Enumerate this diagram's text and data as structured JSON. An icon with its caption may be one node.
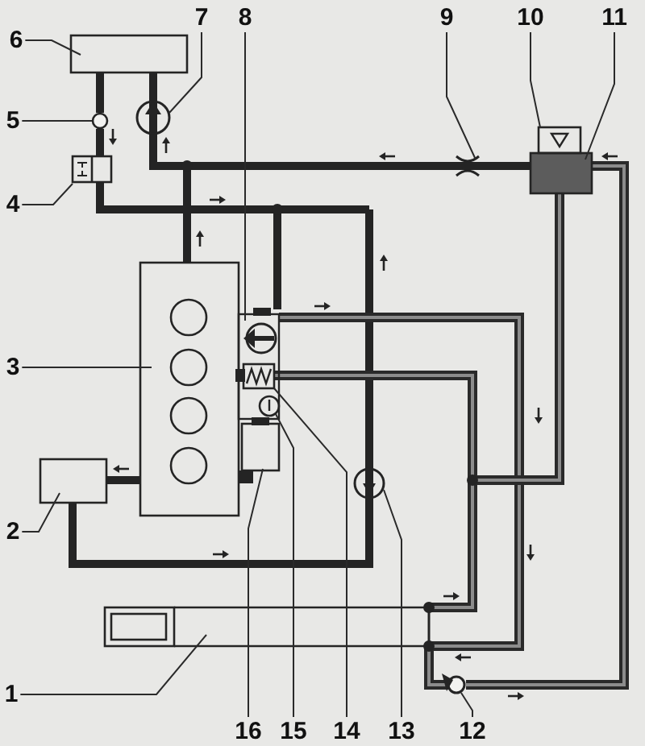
{
  "diagram": {
    "nodes": [
      {
        "text": [
          "6"
        ]
      },
      {
        "text": [
          "7"
        ]
      },
      {
        "text": [
          "8"
        ]
      },
      {
        "text": [
          "9"
        ]
      },
      {
        "text": [
          "10"
        ]
      },
      {
        "text": [
          "11"
        ]
      },
      {
        "text": [
          "5"
        ]
      },
      {
        "text": [
          "4"
        ]
      },
      {
        "text": [
          "3"
        ]
      },
      {
        "text": [
          "2"
        ]
      },
      {
        "text": [
          "1"
        ]
      },
      {
        "text": [
          "16"
        ]
      },
      {
        "text": [
          "15"
        ]
      },
      {
        "text": [
          "14"
        ]
      },
      {
        "text": [
          "13"
        ]
      },
      {
        "text": [
          "12"
        ]
      }
    ],
    "edges": [
      {
        "from": 0,
        "to": null,
        "arrow": "none"
      },
      {
        "from": 1,
        "to": null,
        "arrow": "none"
      },
      {
        "from": 2,
        "to": null,
        "arrow": "none"
      },
      {
        "from": 3,
        "to": null,
        "arrow": "none"
      },
      {
        "from": 4,
        "to": null,
        "arrow": "none"
      },
      {
        "from": 5,
        "to": null,
        "arrow": "none"
      },
      {
        "from": 6,
        "to": null,
        "arrow": "none"
      },
      {
        "from": 7,
        "to": null,
        "arrow": "none"
      },
      {
        "from": 8,
        "to": null,
        "arrow": "none"
      },
      {
        "from": 9,
        "to": null,
        "arrow": "none"
      },
      {
        "from": 10,
        "to": null,
        "arrow": "none"
      },
      {
        "from": 11,
        "to": null,
        "arrow": "none"
      },
      {
        "from": 12,
        "to": null,
        "arrow": "none"
      },
      {
        "from": 13,
        "to": null,
        "arrow": "none"
      },
      {
        "from": 14,
        "to": null,
        "arrow": "none"
      },
      {
        "from": 15,
        "to": null,
        "arrow": "none"
      }
    ]
  }
}
